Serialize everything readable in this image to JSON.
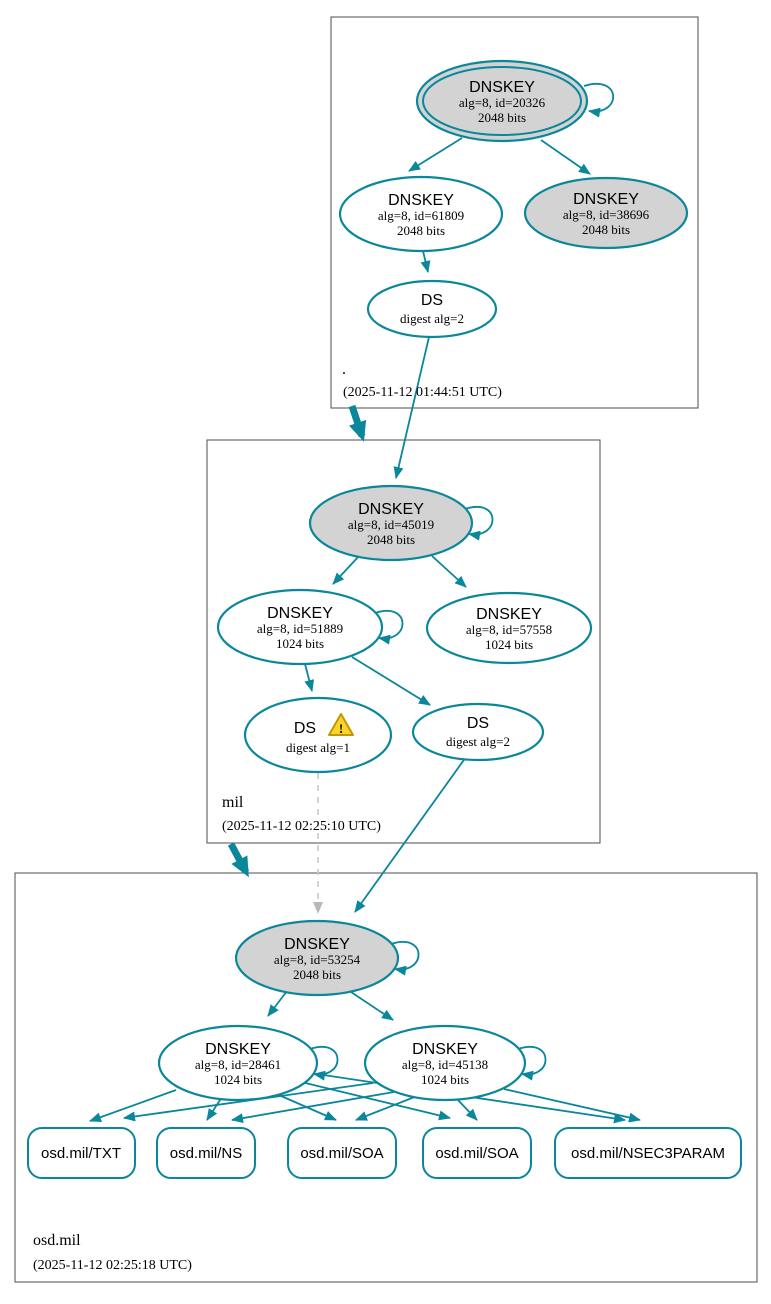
{
  "colors": {
    "edge_teal": "#0a879a",
    "node_fill_gray": "#d3d3d3",
    "node_fill_white": "#ffffff",
    "dashed_gray": "#c9c9c9",
    "box_border": "#4c4c4c",
    "warning_yellow": "#ffd42a"
  },
  "zones": [
    {
      "label": ".",
      "timestamp": "(2025-11-12 01:44:51 UTC)",
      "nodes": {
        "ksk": {
          "title": "DNSKEY",
          "detail1": "alg=8, id=20326",
          "detail2": "2048 bits"
        },
        "zsk": {
          "title": "DNSKEY",
          "detail1": "alg=8, id=61809",
          "detail2": "2048 bits"
        },
        "key2": {
          "title": "DNSKEY",
          "detail1": "alg=8, id=38696",
          "detail2": "2048 bits"
        },
        "ds": {
          "title": "DS",
          "detail1": "digest alg=2"
        }
      }
    },
    {
      "label": "mil",
      "timestamp": "(2025-11-12 02:25:10 UTC)",
      "nodes": {
        "ksk": {
          "title": "DNSKEY",
          "detail1": "alg=8, id=45019",
          "detail2": "2048 bits"
        },
        "zsk1": {
          "title": "DNSKEY",
          "detail1": "alg=8, id=51889",
          "detail2": "1024 bits"
        },
        "zsk2": {
          "title": "DNSKEY",
          "detail1": "alg=8, id=57558",
          "detail2": "1024 bits"
        },
        "ds1": {
          "title": "DS",
          "detail1": "digest alg=1",
          "warning_glyph": "!"
        },
        "ds2": {
          "title": "DS",
          "detail1": "digest alg=2"
        }
      }
    },
    {
      "label": "osd.mil",
      "timestamp": "(2025-11-12 02:25:18 UTC)",
      "nodes": {
        "ksk": {
          "title": "DNSKEY",
          "detail1": "alg=8, id=53254",
          "detail2": "2048 bits"
        },
        "zsk1": {
          "title": "DNSKEY",
          "detail1": "alg=8, id=28461",
          "detail2": "1024 bits"
        },
        "zsk2": {
          "title": "DNSKEY",
          "detail1": "alg=8, id=45138",
          "detail2": "1024 bits"
        }
      },
      "rrsets": [
        {
          "label": "osd.mil/TXT"
        },
        {
          "label": "osd.mil/NS"
        },
        {
          "label": "osd.mil/SOA"
        },
        {
          "label": "osd.mil/SOA"
        },
        {
          "label": "osd.mil/NSEC3PARAM"
        }
      ]
    }
  ]
}
